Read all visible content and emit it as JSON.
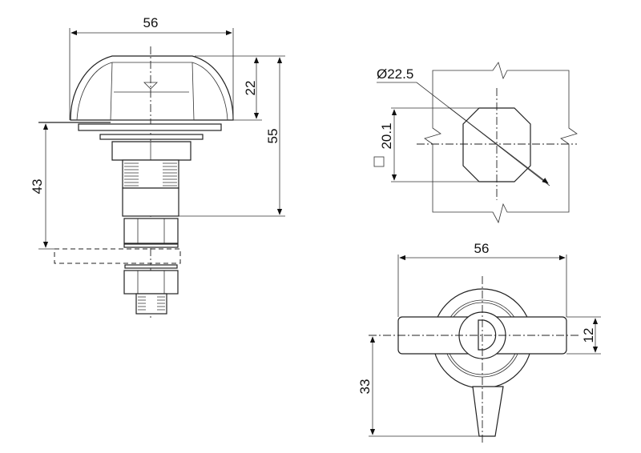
{
  "side_view": {
    "width": "56",
    "cap_height": "22",
    "total_height": "55",
    "grip_range": "43"
  },
  "cutout_view": {
    "diameter": "Ø22.5",
    "square": "20.1"
  },
  "top_view": {
    "width": "56",
    "bar_width": "12",
    "handle_length": "33"
  }
}
